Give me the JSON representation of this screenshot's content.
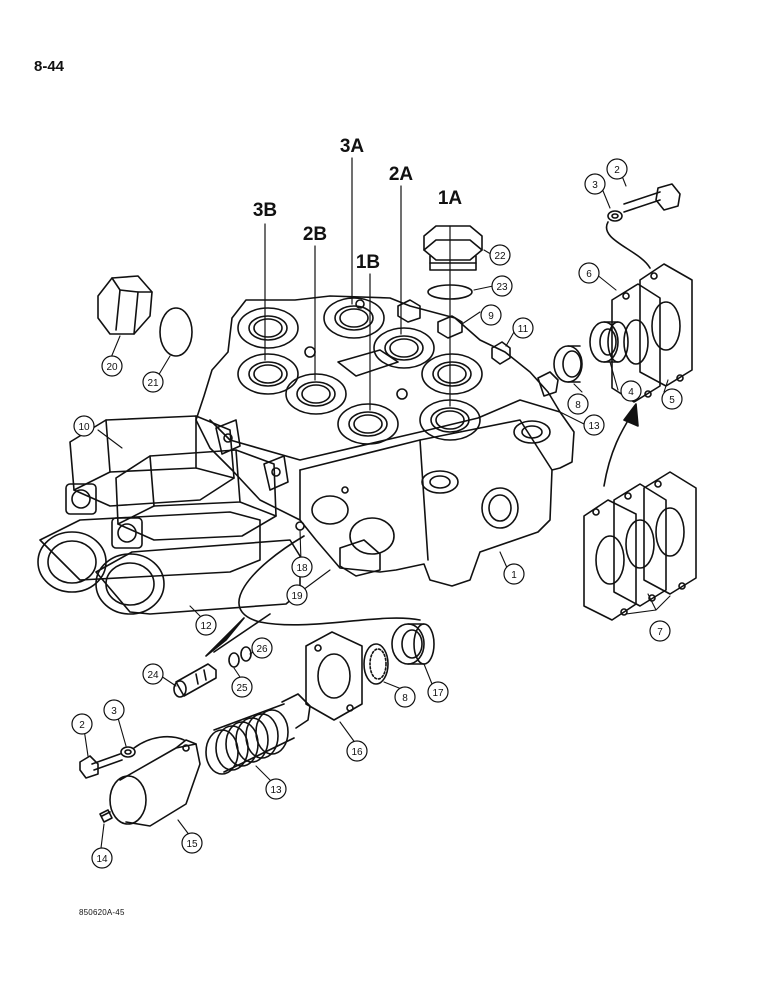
{
  "page": {
    "number": "8-44",
    "ref_code": "850620A-45"
  },
  "ports": [
    "3B",
    "2B",
    "3A",
    "1B",
    "2A",
    "1A"
  ],
  "callouts": [
    "1",
    "2",
    "3",
    "4",
    "5",
    "6",
    "7",
    "8",
    "9",
    "10",
    "11",
    "12",
    "13",
    "14",
    "15",
    "16",
    "17",
    "18",
    "19",
    "20",
    "21",
    "22",
    "23",
    "24",
    "25",
    "26"
  ],
  "colors": {
    "ink": "#111111",
    "paper": "#ffffff"
  }
}
